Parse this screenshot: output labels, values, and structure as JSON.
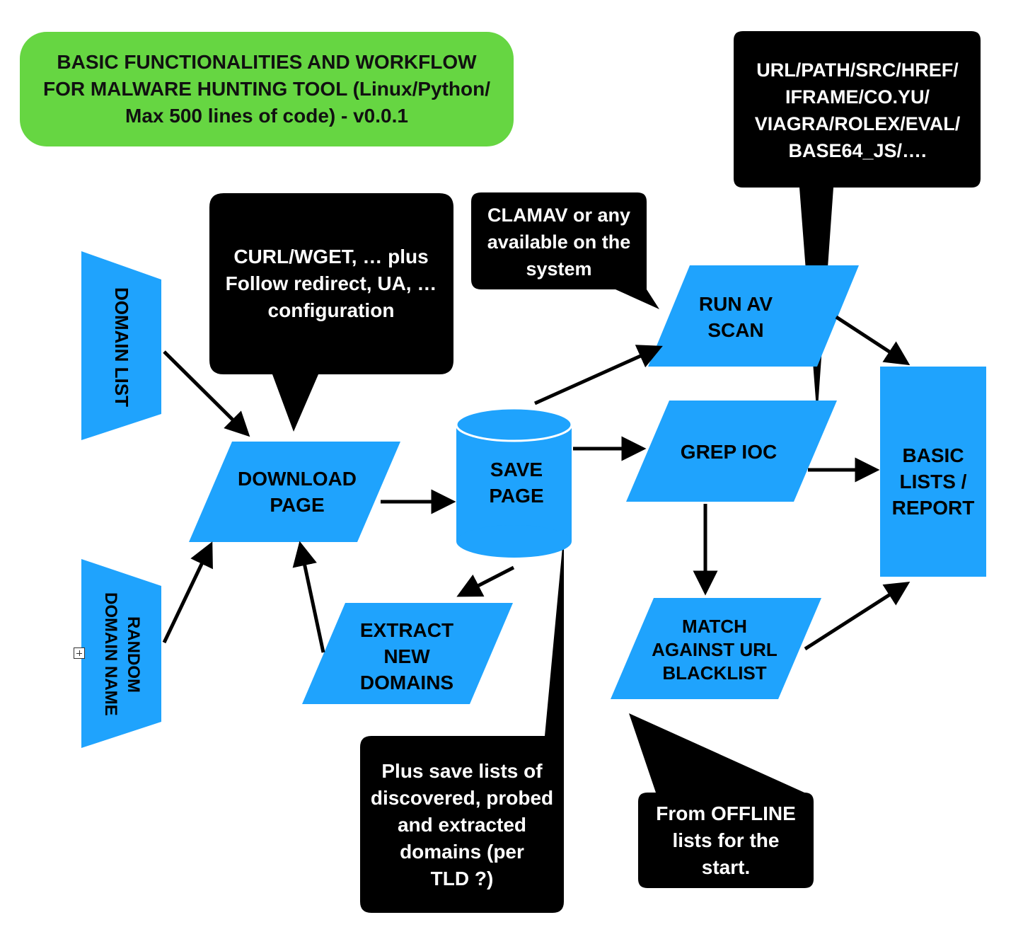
{
  "title": "BASIC FUNCTIONALITIES AND WORKFLOW\nFOR MALWARE HUNTING TOOL (Linux/Python/\nMax 500 lines of code) - v0.0.1",
  "colors": {
    "title_fill": "#66d642",
    "node_fill": "#1fa3fd",
    "callout_fill": "#000000",
    "callout_text": "#ffffff",
    "arrow": "#000000"
  },
  "nodes": {
    "domain_list": "DOMAIN LIST",
    "random_domain_name": "RANDOM\nDOMAIN NAME",
    "download_page": "DOWNLOAD\nPAGE",
    "save_page": "SAVE\nPAGE",
    "extract_new_domains": "EXTRACT\nNEW\nDOMAINS",
    "run_av_scan": "RUN AV\nSCAN",
    "grep_ioc": "GREP IOC",
    "match_blacklist": "MATCH\nAGAINST URL\nBLACKLIST",
    "basic_lists_report": "BASIC\nLISTS /\nREPORT"
  },
  "callouts": {
    "curl": "CURL/WGET, … plus\nFollow redirect, UA, …\nconfiguration",
    "clamav": "CLAMAV or any\navailable on the\nsystem",
    "ioc_patterns": "URL/PATH/SRC/HREF/\nIFRAME/CO.YU/\nVIAGRA/ROLEX/EVAL/\nBASE64_JS/….",
    "save_lists": "Plus save lists of\ndiscovered, probed\nand extracted\ndomains (per\nTLD ?)",
    "offline": "From OFFLINE\nlists for the\nstart."
  },
  "icons": {
    "expand": "plus-box-icon"
  }
}
